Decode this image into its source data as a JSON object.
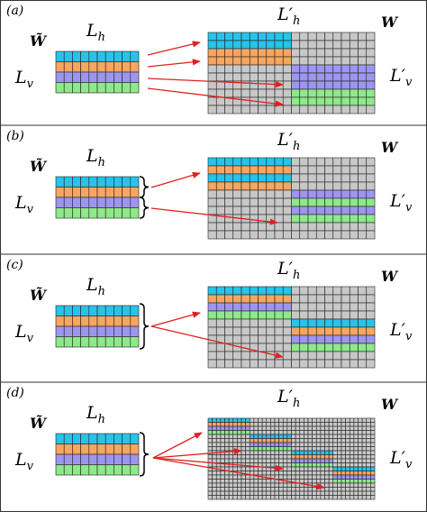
{
  "colors": {
    "cyan": "#27c3e8",
    "orange": "#f6a660",
    "purple": "#9e95ef",
    "green": "#8fe88a",
    "gray": "#c8c8c8",
    "arrow": "#e02020",
    "border": "#222222"
  },
  "panels": [
    {
      "label": "(a)",
      "small_matrix_label": "W̃",
      "Lh": "Lh",
      "Lv": "Lv",
      "Lh_prime": "L′h",
      "Lv_prime": "L′v",
      "big_matrix_label": "W"
    },
    {
      "label": "(b)",
      "small_matrix_label": "W̃",
      "Lh": "Lh",
      "Lv": "Lv",
      "Lh_prime": "L′h",
      "Lv_prime": "L′v",
      "big_matrix_label": "W"
    },
    {
      "label": "(c)",
      "small_matrix_label": "W̃",
      "Lh": "Lh",
      "Lv": "Lv",
      "Lh_prime": "L′h",
      "Lv_prime": "L′v",
      "big_matrix_label": "W"
    },
    {
      "label": "(d)",
      "small_matrix_label": "W̃",
      "Lh": "Lh",
      "Lv": "Lv",
      "Lh_prime": "L′h",
      "Lv_prime": "L′v",
      "big_matrix_label": "W"
    }
  ]
}
